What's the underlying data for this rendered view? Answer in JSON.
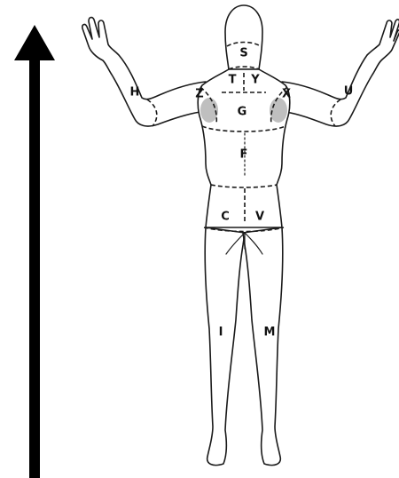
{
  "figure": {
    "zones": [
      {
        "id": "S",
        "label": "S"
      },
      {
        "id": "T",
        "label": "T"
      },
      {
        "id": "Y",
        "label": "Y"
      },
      {
        "id": "Z",
        "label": "Z"
      },
      {
        "id": "X",
        "label": "X"
      },
      {
        "id": "H",
        "label": "H"
      },
      {
        "id": "U",
        "label": "U"
      },
      {
        "id": "G",
        "label": "G"
      },
      {
        "id": "F",
        "label": "F"
      },
      {
        "id": "C",
        "label": "C"
      },
      {
        "id": "V",
        "label": "V"
      },
      {
        "id": "I",
        "label": "I"
      },
      {
        "id": "M",
        "label": "M"
      }
    ],
    "arrow": {
      "direction": "up"
    },
    "colors": {
      "outline": "#1a1a1a",
      "shading": "#a9a9a9",
      "arrow": "#000000",
      "background": "#ffffff"
    }
  }
}
